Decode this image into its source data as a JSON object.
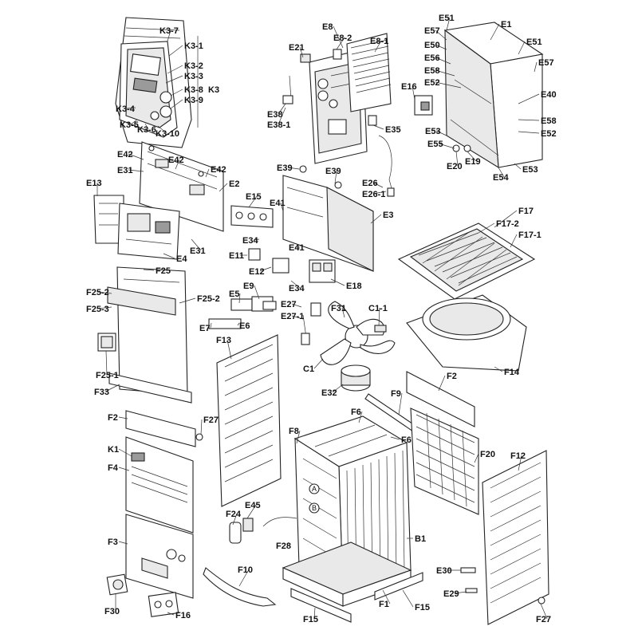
{
  "labels": [
    {
      "id": "K3-7",
      "t": "K3-7"
    },
    {
      "id": "K3-1",
      "t": "K3-1"
    },
    {
      "id": "K3-2",
      "t": "K3-2"
    },
    {
      "id": "K3-3",
      "t": "K3-3"
    },
    {
      "id": "K3-8",
      "t": "K3-8"
    },
    {
      "id": "K3-9",
      "t": "K3-9"
    },
    {
      "id": "K3",
      "t": "K3"
    },
    {
      "id": "K3-4",
      "t": "K3-4"
    },
    {
      "id": "K3-5",
      "t": "K3-5"
    },
    {
      "id": "K3-6",
      "t": "K3-6"
    },
    {
      "id": "K3-10",
      "t": "K3-10"
    },
    {
      "id": "E8",
      "t": "E8"
    },
    {
      "id": "E21",
      "t": "E21"
    },
    {
      "id": "E8-2",
      "t": "E8-2"
    },
    {
      "id": "E8-1",
      "t": "E8-1"
    },
    {
      "id": "E38",
      "t": "E38"
    },
    {
      "id": "E38-1",
      "t": "E38-1"
    },
    {
      "id": "E35",
      "t": "E35"
    },
    {
      "id": "E51a",
      "t": "E51"
    },
    {
      "id": "E1",
      "t": "E1"
    },
    {
      "id": "E57a",
      "t": "E57"
    },
    {
      "id": "E50",
      "t": "E50"
    },
    {
      "id": "E51b",
      "t": "E51"
    },
    {
      "id": "E56",
      "t": "E56"
    },
    {
      "id": "E57b",
      "t": "E57"
    },
    {
      "id": "E58a",
      "t": "E58"
    },
    {
      "id": "E52a",
      "t": "E52"
    },
    {
      "id": "E16",
      "t": "E16"
    },
    {
      "id": "E40",
      "t": "E40"
    },
    {
      "id": "E58b",
      "t": "E58"
    },
    {
      "id": "E52b",
      "t": "E52"
    },
    {
      "id": "E53a",
      "t": "E53"
    },
    {
      "id": "E55",
      "t": "E55"
    },
    {
      "id": "E20",
      "t": "E20"
    },
    {
      "id": "E19",
      "t": "E19"
    },
    {
      "id": "E54",
      "t": "E54"
    },
    {
      "id": "E53b",
      "t": "E53"
    },
    {
      "id": "E42a",
      "t": "E42"
    },
    {
      "id": "E42b",
      "t": "E42"
    },
    {
      "id": "E31a",
      "t": "E31"
    },
    {
      "id": "E42c",
      "t": "E42"
    },
    {
      "id": "E2",
      "t": "E2"
    },
    {
      "id": "E13",
      "t": "E13"
    },
    {
      "id": "E39a",
      "t": "E39"
    },
    {
      "id": "E39b",
      "t": "E39"
    },
    {
      "id": "E26",
      "t": "E26"
    },
    {
      "id": "E26-1",
      "t": "E26-1"
    },
    {
      "id": "E15",
      "t": "E15"
    },
    {
      "id": "E41a",
      "t": "E41"
    },
    {
      "id": "E3",
      "t": "E3"
    },
    {
      "id": "E34a",
      "t": "E34"
    },
    {
      "id": "E41b",
      "t": "E41"
    },
    {
      "id": "E11",
      "t": "E11"
    },
    {
      "id": "E31b",
      "t": "E31"
    },
    {
      "id": "E4",
      "t": "E4"
    },
    {
      "id": "F25",
      "t": "F25"
    },
    {
      "id": "E12",
      "t": "E12"
    },
    {
      "id": "E34b",
      "t": "E34"
    },
    {
      "id": "E18",
      "t": "E18"
    },
    {
      "id": "F17",
      "t": "F17"
    },
    {
      "id": "F17-2",
      "t": "F17-2"
    },
    {
      "id": "F17-1",
      "t": "F17-1"
    },
    {
      "id": "F25-2a",
      "t": "F25-2"
    },
    {
      "id": "F25-3",
      "t": "F25-3"
    },
    {
      "id": "F25-2b",
      "t": "F25-2"
    },
    {
      "id": "E5",
      "t": "E5"
    },
    {
      "id": "E9",
      "t": "E9"
    },
    {
      "id": "E27",
      "t": "E27"
    },
    {
      "id": "E27-1",
      "t": "E27-1"
    },
    {
      "id": "E7",
      "t": "E7"
    },
    {
      "id": "E6",
      "t": "E6"
    },
    {
      "id": "F31",
      "t": "F31"
    },
    {
      "id": "C1-1",
      "t": "C1-1"
    },
    {
      "id": "F13",
      "t": "F13"
    },
    {
      "id": "C1",
      "t": "C1"
    },
    {
      "id": "F14",
      "t": "F14"
    },
    {
      "id": "F25-1",
      "t": "F25-1"
    },
    {
      "id": "F33",
      "t": "F33"
    },
    {
      "id": "E32",
      "t": "E32"
    },
    {
      "id": "F2a",
      "t": "F2"
    },
    {
      "id": "F9",
      "t": "F9"
    },
    {
      "id": "F2b",
      "t": "F2"
    },
    {
      "id": "F27a",
      "t": "F27"
    },
    {
      "id": "F6a",
      "t": "F6"
    },
    {
      "id": "F8",
      "t": "F8"
    },
    {
      "id": "F6b",
      "t": "F6"
    },
    {
      "id": "F20",
      "t": "F20"
    },
    {
      "id": "K1",
      "t": "K1"
    },
    {
      "id": "F4",
      "t": "F4"
    },
    {
      "id": "F12",
      "t": "F12"
    },
    {
      "id": "F24",
      "t": "F24"
    },
    {
      "id": "E45",
      "t": "E45"
    },
    {
      "id": "F3",
      "t": "F3"
    },
    {
      "id": "B1",
      "t": "B1"
    },
    {
      "id": "F28",
      "t": "F28"
    },
    {
      "id": "F10",
      "t": "F10"
    },
    {
      "id": "E30",
      "t": "E30"
    },
    {
      "id": "E29",
      "t": "E29"
    },
    {
      "id": "F1",
      "t": "F1"
    },
    {
      "id": "F30",
      "t": "F30"
    },
    {
      "id": "F16",
      "t": "F16"
    },
    {
      "id": "F15a",
      "t": "F15"
    },
    {
      "id": "F15b",
      "t": "F15"
    },
    {
      "id": "F27b",
      "t": "F27"
    }
  ],
  "circle_markers": [
    "A",
    "B"
  ]
}
